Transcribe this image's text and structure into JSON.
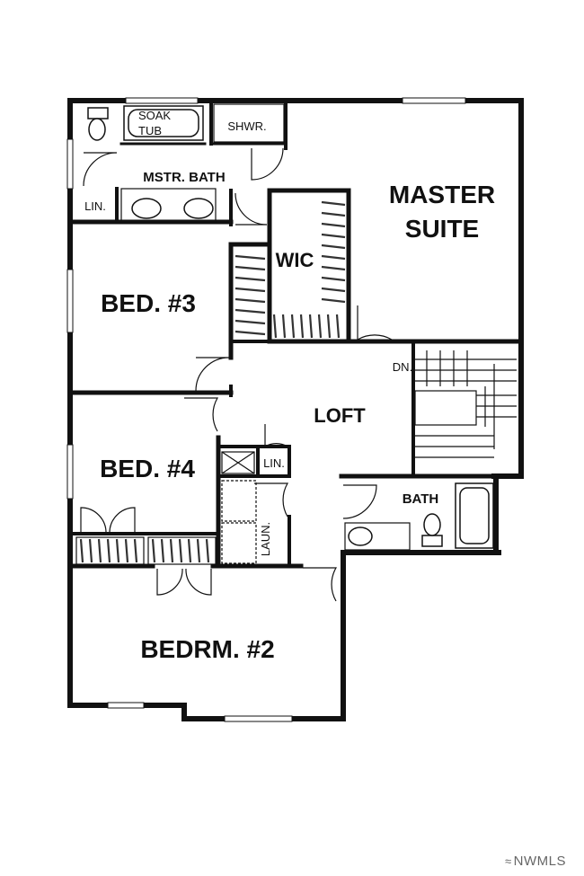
{
  "rooms": {
    "master_suite_line1": "MASTER",
    "master_suite_line2": "SUITE",
    "master_bath": "MSTR. BATH",
    "soak_tub_line1": "SOAK",
    "soak_tub_line2": "TUB",
    "shower": "SHWR.",
    "linen_master": "LIN.",
    "wic": "WIC",
    "bed3": "BED. #3",
    "loft": "LOFT",
    "down": "DN.",
    "bed4": "BED. #4",
    "linen_hall": "LIN.",
    "laundry": "LAUN.",
    "bath": "BATH",
    "bedrm2": "BEDRM. #2"
  },
  "watermark": {
    "text": "NWMLS",
    "icon": "nwmls-logo-icon"
  }
}
